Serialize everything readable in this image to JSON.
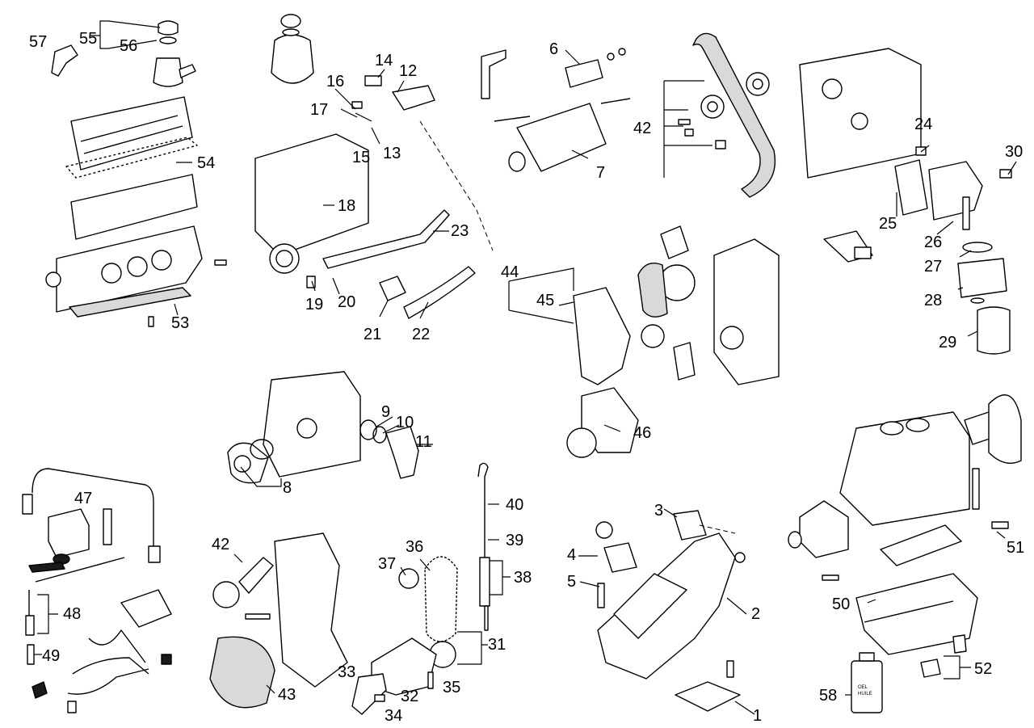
{
  "diagram": {
    "callouts": [
      "1",
      "2",
      "3",
      "4",
      "5",
      "6",
      "7",
      "8",
      "9",
      "10",
      "11",
      "12",
      "13",
      "14",
      "15",
      "16",
      "17",
      "18",
      "19",
      "20",
      "21",
      "22",
      "23",
      "24",
      "25",
      "26",
      "27",
      "28",
      "29",
      "30",
      "31",
      "32",
      "33",
      "34",
      "35",
      "36",
      "37",
      "38",
      "39",
      "40",
      "42",
      "42",
      "43",
      "44",
      "45",
      "46",
      "47",
      "48",
      "49",
      "50",
      "51",
      "52",
      "53",
      "54",
      "55",
      "56",
      "57",
      "58"
    ],
    "bottle_text": [
      "OEL",
      "HUILE"
    ]
  }
}
